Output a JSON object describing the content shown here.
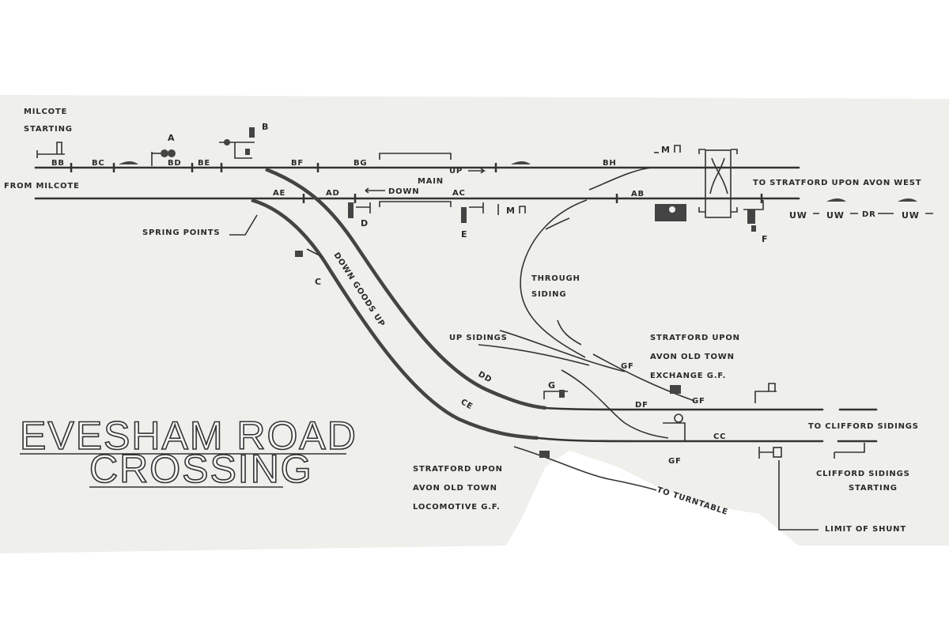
{
  "title": {
    "line1": "EVESHAM ROAD",
    "line2": "CROSSING"
  },
  "labels": {
    "milcote_starting_1": "MILCOTE",
    "milcote_starting_2": "STARTING",
    "from_milcote": "FROM MILCOTE",
    "to_stratford_west": "TO STRATFORD UPON AVON WEST",
    "spring_points": "SPRING POINTS",
    "main": "MAIN",
    "up": "UP",
    "down": "DOWN",
    "down_goods_up": "DOWN  GOODS UP",
    "through_siding_1": "THROUGH",
    "through_siding_2": "SIDING",
    "up_sidings": "UP SIDINGS",
    "exchange_gf_1": "STRATFORD UPON",
    "exchange_gf_2": "AVON OLD TOWN",
    "exchange_gf_3": "EXCHANGE G.F.",
    "loco_gf_1": "STRATFORD UPON",
    "loco_gf_2": "AVON OLD TOWN",
    "loco_gf_3": "LOCOMOTIVE G.F.",
    "to_turntable": "TO TURNTABLE",
    "to_clifford_sidings": "TO CLIFFORD SIDINGS",
    "clifford_starting_1": "CLIFFORD SIDINGS",
    "clifford_starting_2": "STARTING",
    "limit_of_shunt": "LIMIT OF SHUNT"
  },
  "track_circuits": {
    "BB": "BB",
    "BC": "BC",
    "BD": "BD",
    "BE": "BE",
    "BF": "BF",
    "BG": "BG",
    "BH": "BH",
    "AE": "AE",
    "AD": "AD",
    "AC": "AC",
    "AB": "AB",
    "DD": "DD",
    "DF": "DF",
    "CE": "CE",
    "CC": "CC"
  },
  "signal_letters": {
    "A": "A",
    "B": "B",
    "C": "C",
    "D": "D",
    "E": "E",
    "F": "F",
    "G": "G"
  },
  "gf_labels": [
    "GF",
    "GF",
    "GF"
  ],
  "signal_plates": {
    "mo_up": "M",
    "mo_down": "M",
    "uw": [
      "UW",
      "UW",
      "UW"
    ],
    "dr": "DR"
  }
}
